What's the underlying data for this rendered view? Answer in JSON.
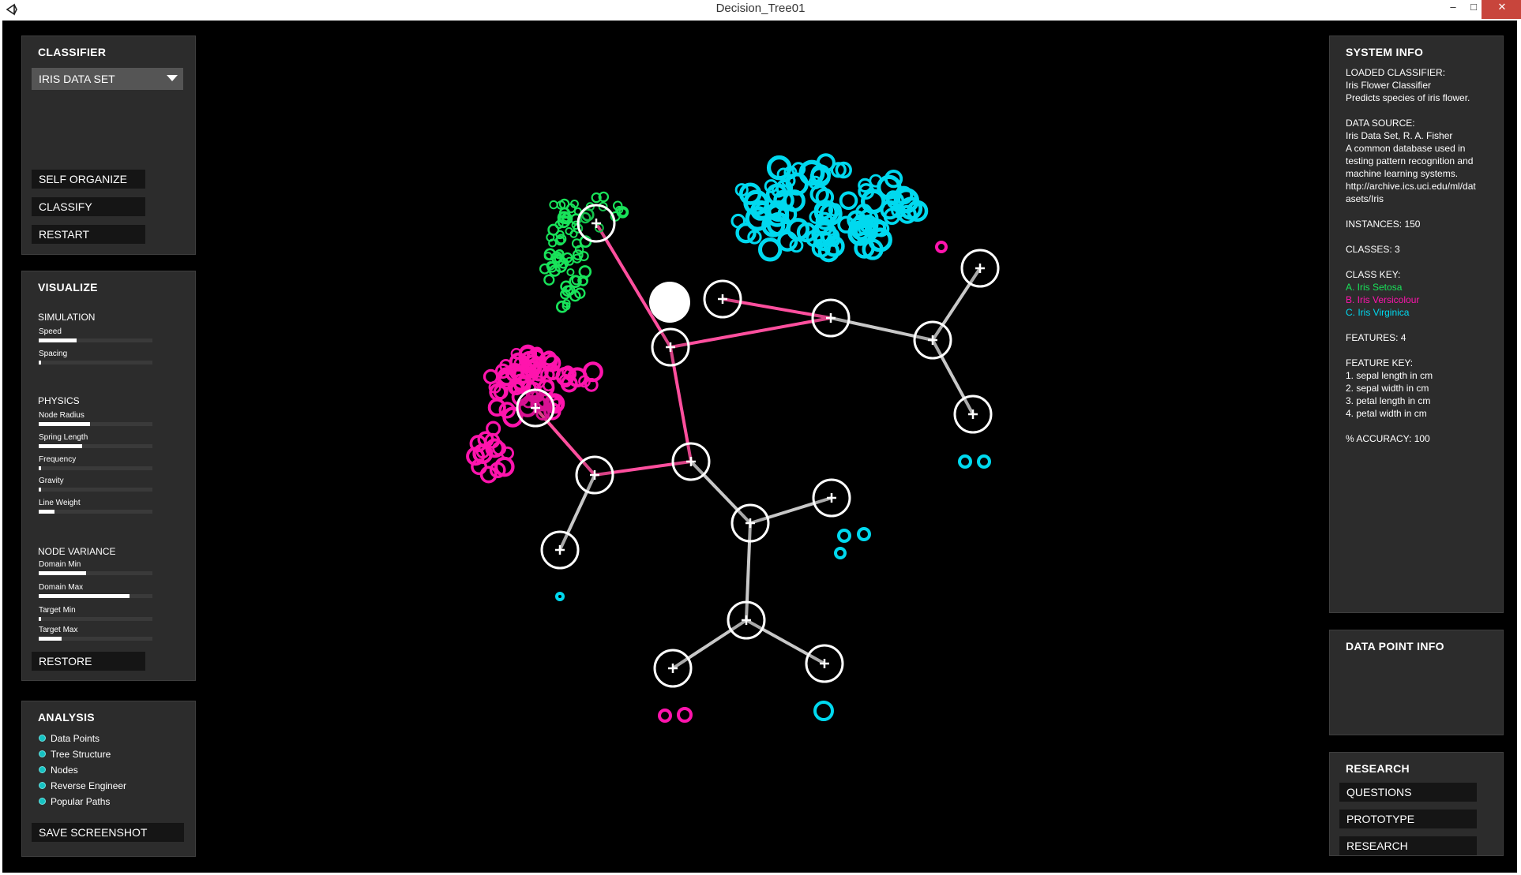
{
  "window": {
    "title": "Decision_Tree01",
    "minimize": "–",
    "maximize": "□",
    "close": "✕"
  },
  "classifier": {
    "title": "CLASSIFIER",
    "dataset": "IRIS DATA SET",
    "buttons": [
      "SELF ORGANIZE",
      "CLASSIFY",
      "RESTART"
    ]
  },
  "visualize": {
    "title": "VISUALIZE",
    "simulation": {
      "title": "SIMULATION",
      "sliders": [
        {
          "label": "Speed",
          "value": 0.33
        },
        {
          "label": "Spacing",
          "value": 0.01
        }
      ]
    },
    "physics": {
      "title": "PHYSICS",
      "sliders": [
        {
          "label": "Node Radius",
          "value": 0.45
        },
        {
          "label": "Spring Length",
          "value": 0.38
        },
        {
          "label": "Frequency",
          "value": 0.01
        },
        {
          "label": "Gravity",
          "value": 0.01
        },
        {
          "label": "Line Weight",
          "value": 0.14
        }
      ]
    },
    "node_variance": {
      "title": "NODE VARIANCE",
      "sliders": [
        {
          "label": "Domain Min",
          "value": 0.42
        },
        {
          "label": "Domain Max",
          "value": 0.8
        },
        {
          "label": "Target Min",
          "value": 0.01
        },
        {
          "label": "Target Max",
          "value": 0.2
        }
      ]
    },
    "restore": "RESTORE"
  },
  "analysis": {
    "title": "ANALYSIS",
    "items": [
      "Data Points",
      "Tree Structure",
      "Nodes",
      "Reverse Engineer",
      "Popular Paths"
    ],
    "save": "SAVE SCREENSHOT"
  },
  "system_info": {
    "title": "SYSTEM INFO",
    "loaded_label": "LOADED CLASSIFIER:",
    "loaded_name": "Iris Flower Classifier",
    "loaded_desc": "Predicts species of iris flower.",
    "source_label": "DATA SOURCE:",
    "source_name": "Iris Data Set,  R. A. Fisher",
    "source_desc1": "A common database used in",
    "source_desc2": "testing pattern recognition and",
    "source_desc3": "machine learning systems.",
    "source_url1": "http://archive.ics.uci.edu/ml/dat",
    "source_url2": "asets/Iris",
    "instances": "INSTANCES: 150",
    "classes": "CLASSES: 3",
    "class_key_label": "CLASS KEY:",
    "class_a": "A. Iris Setosa",
    "class_b": "B. Iris Versicolour",
    "class_c": "C. Iris Virginica",
    "features": "FEATURES: 4",
    "feature_key_label": "FEATURE KEY:",
    "feature_1": "1. sepal length in cm",
    "feature_2": "2. sepal width in cm",
    "feature_3": "3. petal length in cm",
    "feature_4": "4. petal width in cm",
    "accuracy": "% ACCURACY: 100"
  },
  "data_point_info": {
    "title": "DATA POINT INFO"
  },
  "research": {
    "title": "RESEARCH",
    "buttons": [
      "QUESTIONS",
      "PROTOTYPE",
      "RESEARCH"
    ]
  },
  "colors": {
    "setosa": "#19e35a",
    "versicolour": "#ff14ad",
    "virginica": "#00d9ef",
    "active_edge": "#ff4f9e",
    "inactive_edge": "#c8c8c8",
    "panel": "#2c2c2c"
  }
}
